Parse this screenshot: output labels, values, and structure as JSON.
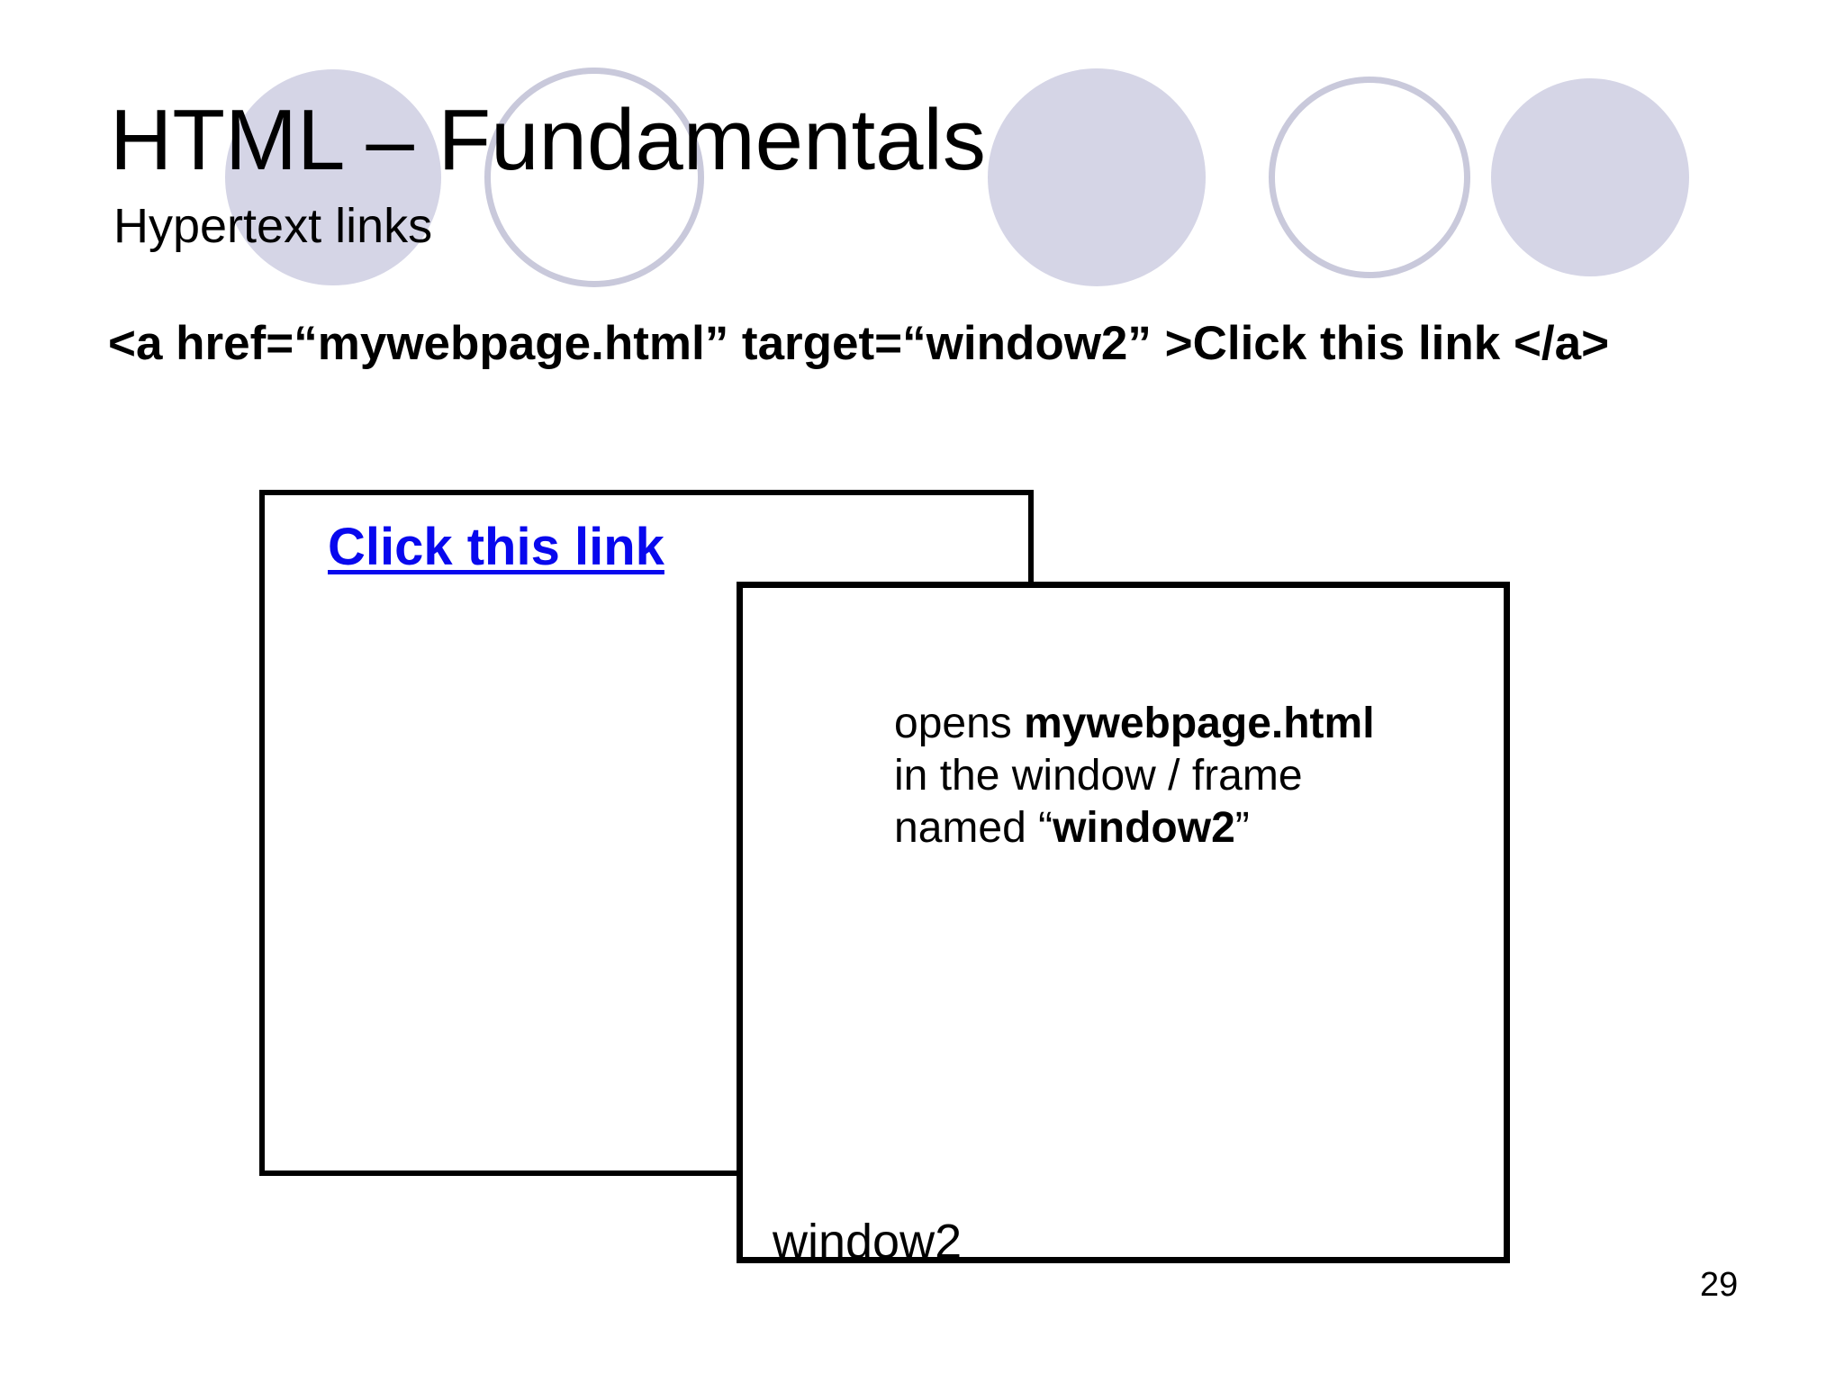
{
  "slide": {
    "title": "HTML – Fundamentals",
    "subtitle": "Hypertext links",
    "code_line": "<a href=“mywebpage.html” target=“window2” >Click this link </a>",
    "page_number": "29"
  },
  "window1": {
    "link_label": "Click this link"
  },
  "window2": {
    "label": "window2",
    "note": {
      "line1_regular": "opens ",
      "line1_bold": "mywebpage.html",
      "line2": "in the window / frame",
      "line3_regular": "named “",
      "line3_bold": "window2",
      "line3_close": "”"
    }
  },
  "colors": {
    "circle_fill": "#d5d5e6",
    "circle_stroke": "#c9c9db",
    "link_blue": "#0808ee",
    "ink": "#000000"
  }
}
